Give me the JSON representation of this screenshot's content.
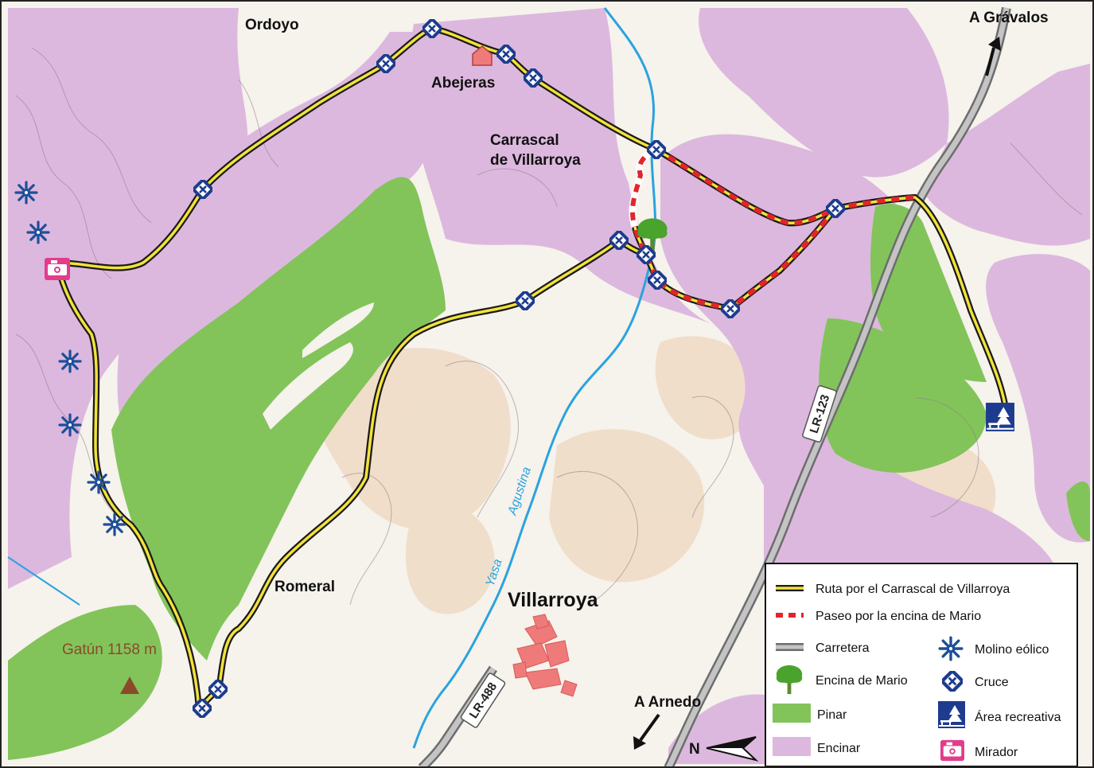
{
  "places": {
    "ordoyo": "Ordoyo",
    "abejeras": "Abejeras",
    "carrascal_line1": "Carrascal",
    "carrascal_line2": "de Villarroya",
    "romeral": "Romeral",
    "villarroya": "Villarroya",
    "gatun": "Gatún 1158 m",
    "a_gravalos": "A Grávalos",
    "a_arnedo": "A Arnedo"
  },
  "roads": {
    "lr123": "LR-123",
    "lr488": "LR-488"
  },
  "river": {
    "part1": "Yasa",
    "part2": "Agustina"
  },
  "compass": {
    "label": "N"
  },
  "legend": {
    "ruta": "Ruta por el Carrascal de Villarroya",
    "paseo": "Paseo por la encina de Mario",
    "carretera": "Carretera",
    "encina": "Encina de Mario",
    "pinar": "Pinar",
    "encinar": "Encinar",
    "molino": "Molino eólico",
    "cruce": "Cruce",
    "area": "Área recreativa",
    "mirador": "Mirador"
  },
  "colors": {
    "encinar": "#dcb8de",
    "pinar": "#82c45a",
    "route_outline": "#1a1a1a",
    "route_inner": "#f2e23a",
    "paseo": "#e0262a",
    "road": "#9a9a9a",
    "river": "#2aa3df",
    "molino": "#1d4f9a",
    "mirador": "#e23d8a",
    "village": "#ef7a7a"
  }
}
